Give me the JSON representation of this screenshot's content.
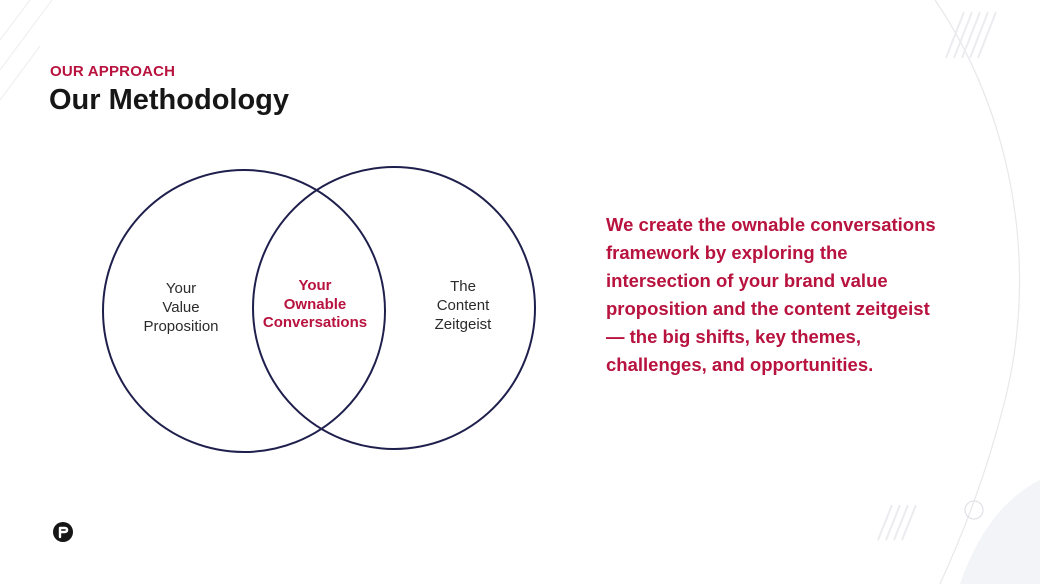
{
  "header": {
    "eyebrow": "OUR APPROACH",
    "title": "Our Methodology"
  },
  "venn": {
    "left": [
      "Your",
      "Value",
      "Proposition"
    ],
    "center": [
      "Your",
      "Ownable",
      "Conversations"
    ],
    "right": [
      "The",
      "Content",
      "Zeitgeist"
    ]
  },
  "body": {
    "text": "We create the ownable conversations framework by exploring the intersection of your brand value proposition and the content zeitgeist — the big shifts, key themes, challenges, and opportunities."
  },
  "colors": {
    "accent": "#b8123e",
    "circle_stroke": "#1f1f4d",
    "title": "#161616"
  },
  "icons": {
    "logo": "brand-logo-icon"
  }
}
